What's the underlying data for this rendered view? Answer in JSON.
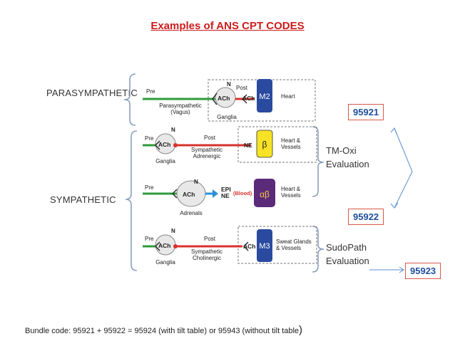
{
  "title": "Examples of ANS CPT CODES",
  "labels": {
    "parasympathetic": "PARASYMPATHETIC",
    "sympathetic": "SYMPATHETIC"
  },
  "rows": [
    {
      "pre": "Pre",
      "ganglion_top": "N",
      "ganglion": "ACh",
      "post": "Post",
      "nerve": "Parasympathetic\n(Vagus)",
      "ganglia": "Ganglia",
      "transmitter": "ACh",
      "receptor": "M2",
      "target": "Heart"
    },
    {
      "pre": "Pre",
      "ganglion_top": "N",
      "ganglion": "ACh",
      "post": "Post",
      "nerve": "Sympathetic\nAdrenergic",
      "ganglia": "Ganglia",
      "transmitter": "NE",
      "receptor": "β",
      "target": "Heart &\nVessels"
    },
    {
      "pre": "Pre",
      "ganglion_top": "N",
      "ganglion": "ACh",
      "post": "",
      "nerve": "",
      "ganglia": "Adrenals",
      "transmitter": "EPI\nNE",
      "blood": "(Blood)",
      "receptor": "αβ",
      "target": "Heart &\nVessels"
    },
    {
      "pre": "Pre",
      "ganglion_top": "N",
      "ganglion": "ACh",
      "post": "Post",
      "nerve": "Sympathetic\nCholinergic",
      "ganglia": "Ganglia",
      "transmitter": "ACh",
      "receptor": "M3",
      "target": "Sweat Glands\n& Vessels"
    }
  ],
  "evaluations": {
    "tm_oxi": "TM-Oxi\nEvaluation",
    "sudopath": "SudoPath\nEvaluation"
  },
  "codes": {
    "code1": "95921",
    "code2": "95922",
    "code3": "95923"
  },
  "bundle": {
    "text": "Bundle code: 95921 + 95922 = 95924 (with tilt table) or 95943 (without tilt table",
    "close_paren": ")"
  },
  "colors": {
    "title": "#cc1b1b",
    "pre_fiber": "#2e9b3a",
    "post_fiber": "#d7322b",
    "blood_arrow": "#2b8fd6",
    "m2_box": "#2a4aa0",
    "beta_box": "#f7e225",
    "alphabeta_box": "#5b2a78",
    "m3_box": "#2a4aa0",
    "code_border": "#d9574b",
    "code_text": "#1f4e9a",
    "connector": "#5a8fd0"
  }
}
